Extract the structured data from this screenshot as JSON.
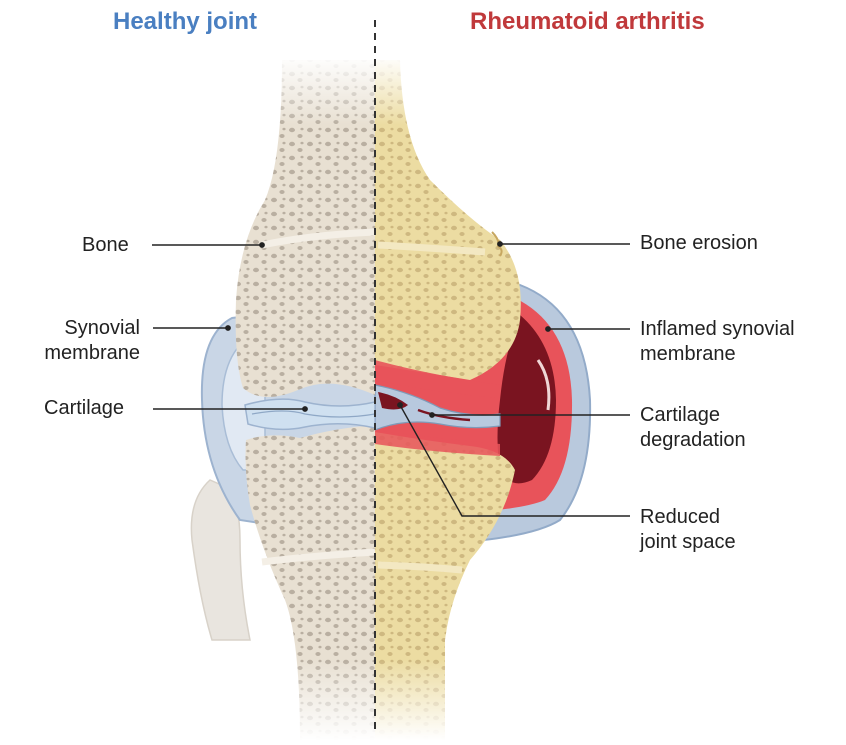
{
  "titles": {
    "healthy": "Healthy joint",
    "ra": "Rheumatoid arthritis"
  },
  "labels_left": {
    "bone": "Bone",
    "synovial_membrane": "Synovial\nmembrane",
    "cartilage": "Cartilage"
  },
  "labels_right": {
    "bone_erosion": "Bone erosion",
    "inflamed_synovial_membrane": "Inflamed synovial\nmembrane",
    "cartilage_degradation": "Cartilage\ndegradation",
    "reduced_joint_space": "Reduced\njoint space"
  },
  "colors": {
    "healthy_title": "#4a7fc1",
    "ra_title": "#c0393b",
    "bone_healthy": "#e8e0d2",
    "bone_ra": "#ecdca2",
    "spongy_dots": "#a99e91",
    "synovial_blue": "#b8c9de",
    "inflamed_red": "#e8535a",
    "deep_red": "#7a1420",
    "leader_line": "#222222"
  }
}
